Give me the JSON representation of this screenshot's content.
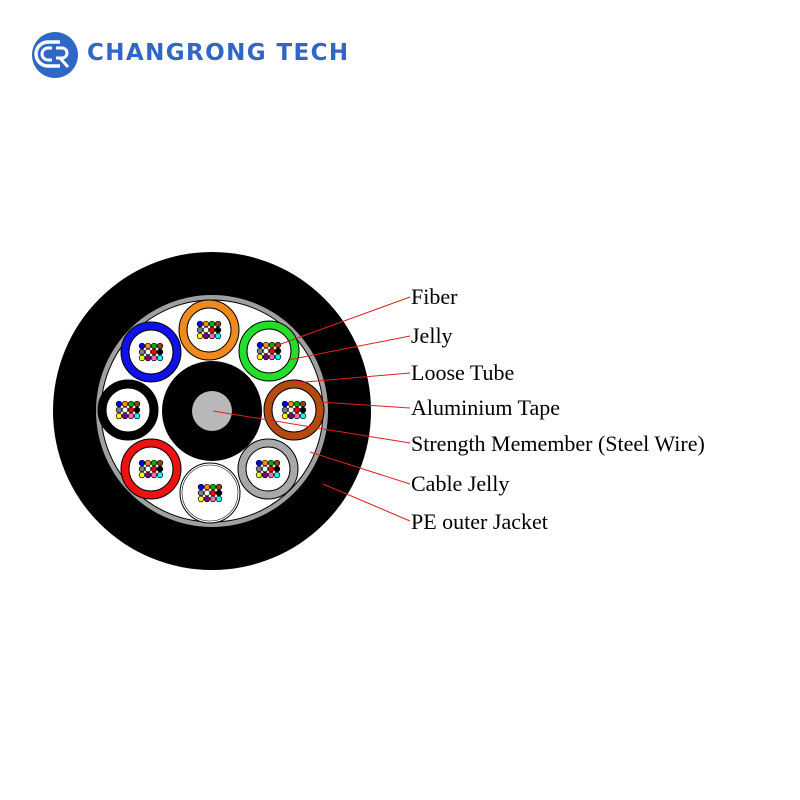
{
  "brand": {
    "name": "CHANGRONG TECH",
    "logo_color": "#2e67c4"
  },
  "diagram": {
    "labels": [
      {
        "id": "fiber",
        "text": "Fiber"
      },
      {
        "id": "jelly",
        "text": "Jelly"
      },
      {
        "id": "loose-tube",
        "text": "Loose Tube"
      },
      {
        "id": "aluminium-tape",
        "text": "Aluminium Tape"
      },
      {
        "id": "strength-member",
        "text": "Strength Memember (Steel Wire)"
      },
      {
        "id": "cable-jelly",
        "text": "Cable Jelly"
      },
      {
        "id": "pe-outer-jacket",
        "text": "PE outer Jacket"
      }
    ],
    "leader_color": "#e02020",
    "tube_colors": [
      "orange",
      "green",
      "brown",
      "gray",
      "white",
      "red",
      "black",
      "blue"
    ],
    "colors": {
      "orange": "#f08a1c",
      "green": "#22e02a",
      "brown": "#b54a0e",
      "gray": "#a8a8a8",
      "white": "#ffffff",
      "red": "#ee1111",
      "black": "#000000",
      "blue": "#1010e8",
      "jacket": "#000000",
      "tape": "#a0a0a0",
      "steel": "#b8b8b8"
    },
    "fiber_colors": [
      "#0000ff",
      "#ff8c00",
      "#00b000",
      "#8b4513",
      "#808080",
      "#ffffff",
      "#ff0000",
      "#000000",
      "#ffff00",
      "#800080",
      "#ff69b4",
      "#00ffff"
    ]
  }
}
